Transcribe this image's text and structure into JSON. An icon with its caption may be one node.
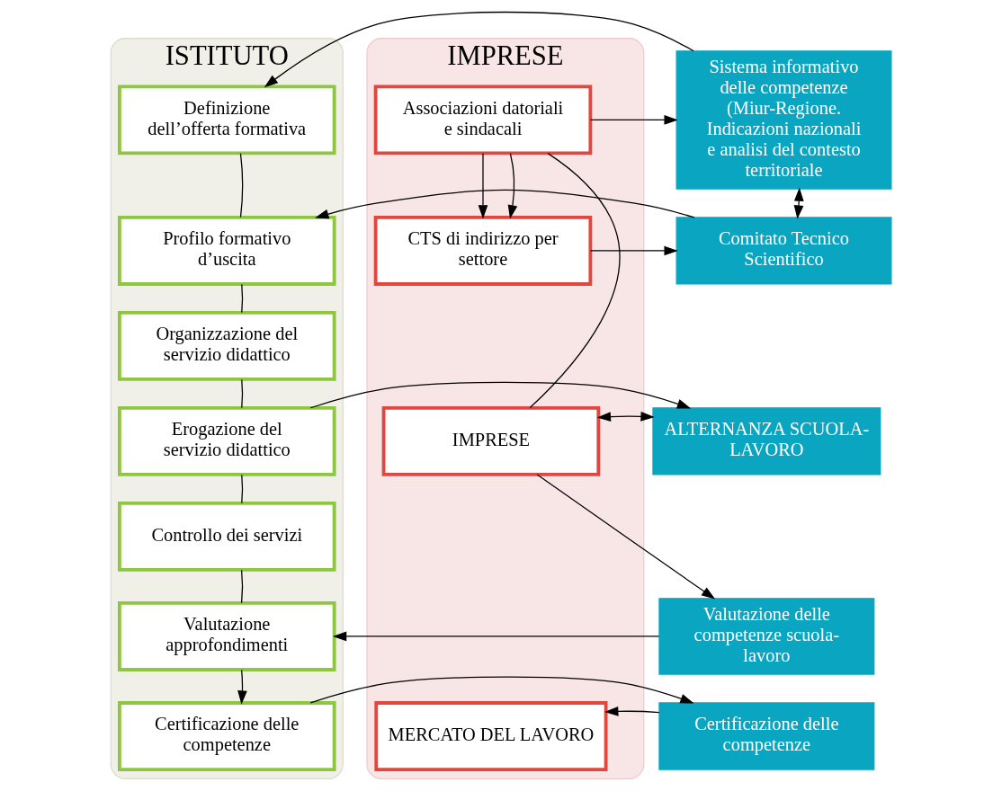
{
  "diagram": {
    "nodes": [
      {
        "text": [
          "ISTITUTO"
        ]
      },
      {
        "text": [
          "Definizione dell’offerta formativa"
        ],
        "in": 0
      },
      {
        "text": [
          "Profilo formativo d’uscita"
        ],
        "in": 0
      },
      {
        "text": [
          "Organizzazione del servizio didattico"
        ],
        "in": 0
      },
      {
        "text": [
          "Erogazione del servizio didattico"
        ],
        "in": 0
      },
      {
        "text": [
          "Controllo dei servizi"
        ],
        "in": 0
      },
      {
        "text": [
          "Valutazione approfondimenti"
        ],
        "in": 0
      },
      {
        "text": [
          "Certificazione delle competenze"
        ],
        "in": 0
      },
      {
        "text": [
          "IMPRESE"
        ]
      },
      {
        "text": [
          "Associazioni datoriali e sindacali"
        ],
        "in": 8
      },
      {
        "text": [
          "CTS di indirizzo per settore"
        ],
        "in": 8
      },
      {
        "text": [
          "IMPRESE"
        ],
        "in": 8
      },
      {
        "text": [
          "MERCATO DEL LAVORO"
        ],
        "in": 8
      },
      {
        "text": [
          "Sistema informativo delle competenze (Miur-Regione. Indicazioni nazionali e analisi del contesto territoriale"
        ]
      },
      {
        "text": [
          "Comitato Tecnico Scientifico"
        ]
      },
      {
        "text": [
          "ALTERNANZA SCUOLA-LAVORO"
        ]
      },
      {
        "text": [
          "Valutazione delle competenze scuola-lavoro"
        ]
      },
      {
        "text": [
          "Certificazione delle competenze"
        ]
      }
    ],
    "edges": [
      {
        "from": 13,
        "to": 1,
        "arrow": "to"
      },
      {
        "from": 9,
        "to": 13,
        "arrow": "to"
      },
      {
        "from": 9,
        "to": 10,
        "arrow": "to"
      },
      {
        "from": 13,
        "to": 14,
        "arrow": "both"
      },
      {
        "from": 14,
        "to": 2,
        "arrow": "to"
      },
      {
        "from": 10,
        "to": 14,
        "arrow": "to"
      },
      {
        "from": 9,
        "to": 10,
        "arrow": "to"
      },
      {
        "from": 9,
        "to": 11,
        "arrow": "none"
      },
      {
        "from": 1,
        "to": 2,
        "arrow": "none"
      },
      {
        "from": 2,
        "to": 3,
        "arrow": "none"
      },
      {
        "from": 3,
        "to": 4,
        "arrow": "none"
      },
      {
        "from": 4,
        "to": 5,
        "arrow": "none"
      },
      {
        "from": 5,
        "to": 6,
        "arrow": "none"
      },
      {
        "from": 6,
        "to": 7,
        "arrow": "to"
      },
      {
        "from": 4,
        "to": 15,
        "arrow": "to"
      },
      {
        "from": 15,
        "to": 11,
        "arrow": "both"
      },
      {
        "from": 11,
        "to": 16,
        "arrow": "to"
      },
      {
        "from": 16,
        "to": 6,
        "arrow": "to"
      },
      {
        "from": 7,
        "to": 17,
        "arrow": "to"
      },
      {
        "from": 17,
        "to": 12,
        "arrow": "to"
      }
    ]
  }
}
